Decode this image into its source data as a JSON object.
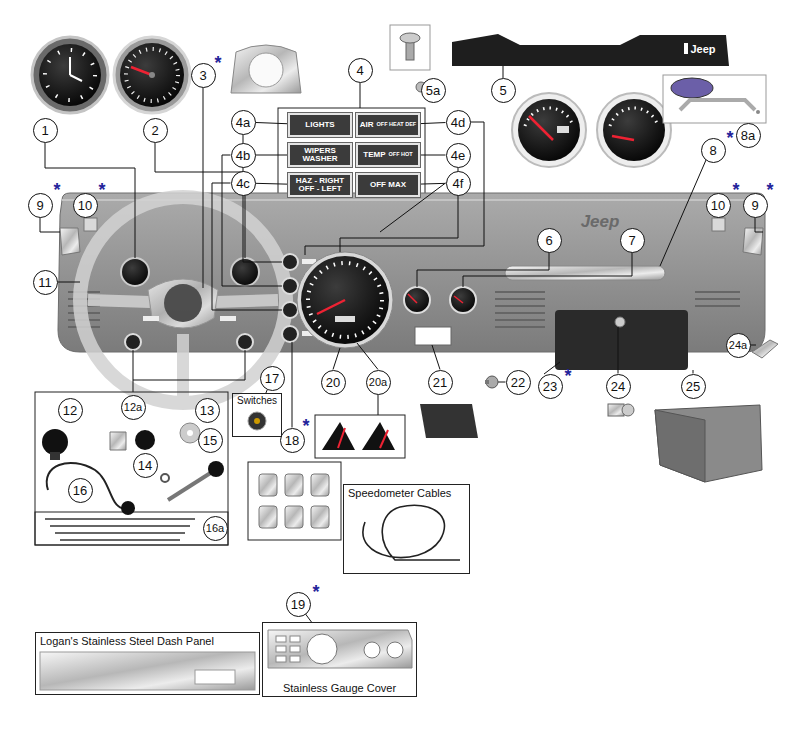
{
  "diagram": {
    "nodes": [
      {
        "text": [
          "1"
        ]
      },
      {
        "text": [
          "2"
        ]
      },
      {
        "text": [
          "3"
        ]
      },
      {
        "text": [
          "4"
        ]
      },
      {
        "text": [
          "5a"
        ]
      },
      {
        "text": [
          "5"
        ]
      },
      {
        "text": [
          "6"
        ]
      },
      {
        "text": [
          "7"
        ]
      },
      {
        "text": [
          "8"
        ]
      },
      {
        "text": [
          "8a"
        ]
      },
      {
        "text": [
          "4a"
        ]
      },
      {
        "text": [
          "4b"
        ]
      },
      {
        "text": [
          "4c"
        ]
      },
      {
        "text": [
          "LIGHTS"
        ]
      },
      {
        "text": [
          "AIR",
          "OFF HEAT DEF"
        ]
      },
      {
        "text": [
          "WIPERS WASHER"
        ]
      },
      {
        "text": [
          "TEMP",
          "OFF HOT"
        ]
      },
      {
        "text": [
          "HAZ - RIGHT OFF - LEFT"
        ]
      },
      {
        "text": [
          "OFF MAX"
        ]
      },
      {
        "text": [
          "4d"
        ]
      },
      {
        "text": [
          "4e"
        ]
      },
      {
        "text": [
          "4f"
        ]
      },
      {
        "text": [
          "9"
        ]
      },
      {
        "text": [
          "10"
        ]
      },
      {
        "text": [
          "10"
        ]
      },
      {
        "text": [
          "9"
        ]
      },
      {
        "text": [
          "11"
        ]
      },
      {
        "text": [
          "17"
        ]
      },
      {
        "text": [
          "20"
        ]
      },
      {
        "text": [
          "20a"
        ]
      },
      {
        "text": [
          "21"
        ]
      },
      {
        "text": [
          "22"
        ]
      },
      {
        "text": [
          "23"
        ]
      },
      {
        "text": [
          "24"
        ]
      },
      {
        "text": [
          "25"
        ]
      },
      {
        "text": [
          "24a"
        ]
      },
      {
        "text": [
          "12"
        ]
      },
      {
        "text": [
          "12a"
        ]
      },
      {
        "text": [
          "13"
        ]
      },
      {
        "text": [
          "14"
        ]
      },
      {
        "text": [
          "15"
        ]
      },
      {
        "text": [
          "16"
        ]
      },
      {
        "text": [
          "16a"
        ]
      },
      {
        "text": [
          "18"
        ]
      },
      {
        "text": [
          "Switches"
        ]
      },
      {
        "text": [
          "Speedometer Cables"
        ]
      },
      {
        "text": [
          "19"
        ]
      },
      {
        "text": [
          "Logan's Stainless Steel Dash Panel"
        ]
      },
      {
        "text": [
          "Stainless Gauge Cover"
        ]
      }
    ],
    "edges": [
      {
        "from": 10,
        "to": 13,
        "arrow": "none"
      },
      {
        "from": 11,
        "to": 15,
        "arrow": "none"
      },
      {
        "from": 12,
        "to": 17,
        "arrow": "none"
      },
      {
        "from": 19,
        "to": 14,
        "arrow": "none"
      },
      {
        "from": 20,
        "to": 16,
        "arrow": "none"
      },
      {
        "from": 21,
        "to": 18,
        "arrow": "none"
      },
      {
        "from": 27,
        "to": 44,
        "arrow": "none"
      },
      {
        "from": 46,
        "to": 48,
        "arrow": "none"
      }
    ],
    "labels": [
      "*",
      "*",
      "*",
      "*",
      "*",
      "*",
      "*",
      "*",
      "*",
      "Jeep",
      "Jeep"
    ]
  }
}
